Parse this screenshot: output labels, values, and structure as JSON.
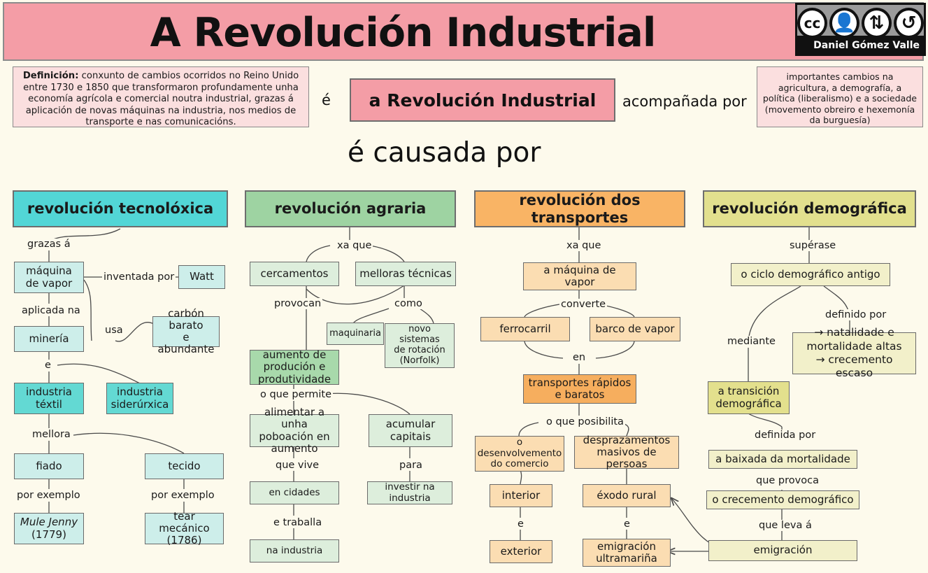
{
  "header": {
    "title": "A Revolución Industrial",
    "license": {
      "icons": [
        "cc",
        "by",
        "nc",
        "sa"
      ],
      "author": "Daniel Gómez Valle"
    }
  },
  "top": {
    "definition_label": "Definición:",
    "definition_text": " conxunto de cambios ocorridos no Reino Unido entre 1730 e 1850 que transformaron profundamente unha economía agrícola e comercial noutra industrial, grazas á aplicación de novas máquinas na industria, nos medios de transporte e nas comunicacións.",
    "link_e": "é",
    "central_node": "a Revolución Industrial",
    "link_acompanada": "acompañada por",
    "accompanied_box": "importantes cambios na agricultura,  a demografía, a política (liberalismo) e a sociedade (movemento obreiro e hexemonía da burguesía)",
    "caused_by": "é causada por"
  },
  "columns": [
    {
      "id": "tecnoloxica",
      "header": "revolución tecnolóxica",
      "color_header": "#52d6d6",
      "color_strong": "#63d9d3",
      "color_light": "#cdeeea",
      "nodes": {
        "maquina_vapor": "máquina\nde vapor",
        "maquina_vapor_l1": "máquina",
        "maquina_vapor_l2": "de vapor",
        "watt": "Watt",
        "mineria": "minería",
        "carbon_l1": "carbón barato",
        "carbon_l2": "e abundante",
        "textil_l1": "industria",
        "textil_l2": "téxtil",
        "siderurxica_l1": "industria",
        "siderurxica_l2": "siderúrxica",
        "fiado": "fiado",
        "tecido": "tecido",
        "mule_l1": "Mule Jenny",
        "mule_l2": "(1779)",
        "tear_l1": "tear mecánico",
        "tear_l2": "(1786)"
      },
      "links": {
        "grazas": "grazas á",
        "inventada": "inventada por",
        "aplicada": "aplicada na",
        "usa": "usa",
        "e1": "e",
        "mellora": "mellora",
        "exemplo1": "por exemplo",
        "exemplo2": "por exemplo"
      }
    },
    {
      "id": "agraria",
      "header": "revolución agraria",
      "color_header": "#9ed3a2",
      "color_strong": "#a8d9ab",
      "color_light": "#ddeedc",
      "nodes": {
        "cercamentos": "cercamentos",
        "melloras": "melloras técnicas",
        "maquinaria": "maquinaria",
        "norfolk_l1": "novo sistemas",
        "norfolk_l2": "de rotación",
        "norfolk_l3": "(Norfolk)",
        "aumento_l1": "aumento de",
        "aumento_l2": "produción e",
        "aumento_l3": "produtividade",
        "alimentar_l1": "alimentar a unha",
        "alimentar_l2": "poboación en",
        "alimentar_l3": "aumento",
        "acumular_l1": "acumular",
        "acumular_l2": "capitais",
        "cidades": "en cidades",
        "investir": "investir na industria",
        "na_industria": "na industria"
      },
      "links": {
        "xa_que": "xa que",
        "provocan": "provocan",
        "como": "como",
        "permite": "o que permite",
        "que_vive": "que vive",
        "para": "para",
        "traballa": "e traballa"
      }
    },
    {
      "id": "transportes",
      "header": "revolución dos transportes",
      "color_header": "#f9b465",
      "color_strong": "#f6ae5e",
      "color_light": "#fbddb2",
      "nodes": {
        "maquina_l1": "a máquina de",
        "maquina_l2": "vapor",
        "ferrocarril": "ferrocarril",
        "barco": "barco de vapor",
        "rapidos_l1": "transportes rápidos",
        "rapidos_l2": "e baratos",
        "comercio_l1": "o",
        "comercio_l2": "desenvolvemento",
        "comercio_l3": "do comercio",
        "desprazamentos_l1": "desprazamentos",
        "desprazamentos_l2": "masivos de persoas",
        "interior": "interior",
        "exodo": "éxodo rural",
        "exterior": "exterior",
        "ultramarina_l1": "emigración",
        "ultramarina_l2": "ultramariña"
      },
      "links": {
        "xa_que": "xa que",
        "converte": "converte",
        "en": "en",
        "posibilita": "o que posibilita",
        "e1": "e",
        "e2": "e"
      }
    },
    {
      "id": "demografica",
      "header": "revolución demográfica",
      "color_header": "#e2e08e",
      "color_strong": "#e3e08d",
      "color_light": "#f2f0ca",
      "nodes": {
        "ciclo": "o ciclo demográfico antigo",
        "natalidade_l1": "→ natalidade e",
        "natalidade_l2": "mortalidade altas",
        "natalidade_l3": "→ crecemento escaso",
        "transicion_l1": "a transición",
        "transicion_l2": "demográfica",
        "baixada": "a baixada da mortalidade",
        "crecemento": "o crecemento demográfico",
        "emigracion": "emigración"
      },
      "links": {
        "superase": "supérase",
        "definido": "definido por",
        "mediante": "mediante",
        "definida": "definida por",
        "provoca": "que provoca",
        "leva": "que leva á"
      }
    }
  ]
}
